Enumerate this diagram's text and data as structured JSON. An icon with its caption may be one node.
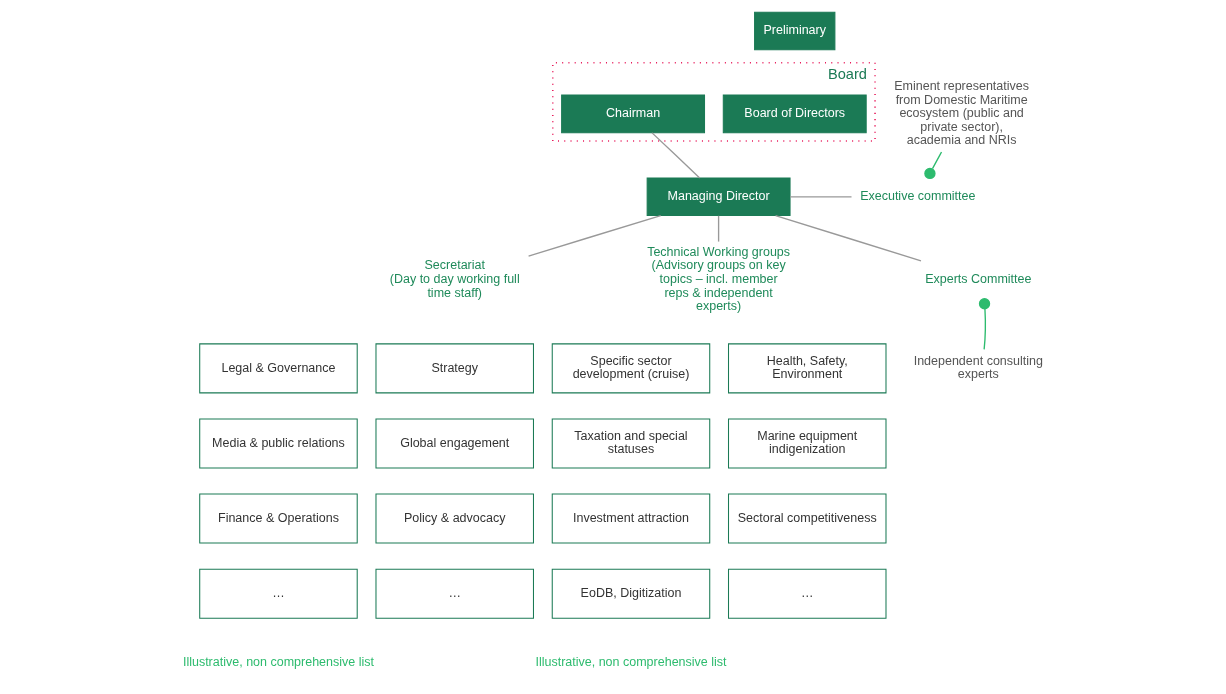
{
  "diagram": {
    "nodes": [
      {
        "text": [
          "Board"
        ]
      },
      {
        "text": [
          "Board of Directors"
        ],
        "in": 0
      },
      {
        "text": [
          "Chairman"
        ],
        "in": 0
      },
      {
        "text": [
          "Managing Director"
        ]
      },
      {
        "text": [
          "Executive committee"
        ]
      },
      {
        "text": [
          "Secretariat",
          "(Day to day working full time staff)"
        ]
      },
      {
        "text": [
          "Technical Working groups",
          "(Advisory groups on key topics – incl. member reps & independent experts)"
        ]
      },
      {
        "text": [
          "Experts Committee"
        ]
      },
      {
        "text": [
          "Eminent representatives from Domestic Maritime ecosystem (public and private sector), academia and NRIs"
        ]
      },
      {
        "text": [
          "Independent consulting experts"
        ]
      },
      {
        "text": [
          "Legal & Governance"
        ]
      },
      {
        "text": [
          "Strategy"
        ]
      },
      {
        "text": [
          "Media & public relations"
        ]
      },
      {
        "text": [
          "Global engagement"
        ]
      },
      {
        "text": [
          "Finance & Operations"
        ]
      },
      {
        "text": [
          "Policy & advocacy"
        ]
      },
      {
        "text": [
          "…"
        ]
      },
      {
        "text": [
          "…"
        ]
      },
      {
        "text": [
          "Specific sector development (cruise)"
        ]
      },
      {
        "text": [
          "Health, Safety, Environment"
        ]
      },
      {
        "text": [
          "Taxation and special statuses"
        ]
      },
      {
        "text": [
          "Marine equipment indigenization"
        ]
      },
      {
        "text": [
          "Investment attraction"
        ]
      },
      {
        "text": [
          "Sectoral competitiveness"
        ]
      },
      {
        "text": [
          "EoDB, Digitization"
        ]
      },
      {
        "text": [
          "…"
        ]
      }
    ],
    "edges": [
      {
        "from": 2,
        "to": 3,
        "arrow": "none"
      },
      {
        "from": 3,
        "to": 4,
        "arrow": "none"
      },
      {
        "from": 3,
        "to": 5,
        "arrow": "none"
      },
      {
        "from": 3,
        "to": 6,
        "arrow": "none"
      },
      {
        "from": 3,
        "to": 7,
        "arrow": "none"
      },
      {
        "from": 8,
        "to": 4,
        "arrow": "other",
        "color": "#2dbb6e"
      },
      {
        "from": 9,
        "to": 7,
        "arrow": "other",
        "color": "#2dbb6e"
      }
    ],
    "labels": [
      "Preliminary",
      "Illustrative, non comprehensive list",
      "Illustrative, non comprehensive list"
    ]
  }
}
